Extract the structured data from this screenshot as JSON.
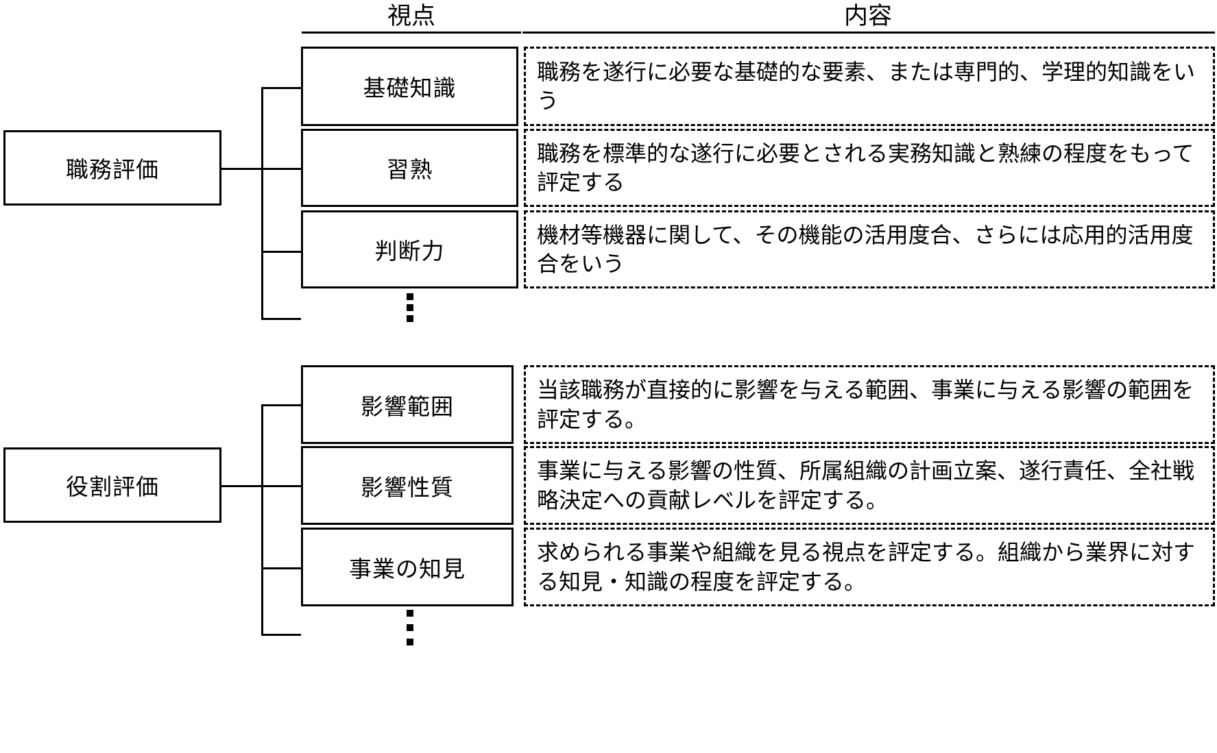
{
  "headers": {
    "viewpoint": "視点",
    "content": "内容"
  },
  "groups": [
    {
      "id": "job-evaluation",
      "root_label": "職務評価",
      "rows": [
        {
          "viewpoint": "基礎知識",
          "content": "職務を遂行に必要な基礎的な要素、または専門的、学理的知識をいう"
        },
        {
          "viewpoint": "習熟",
          "content": "職務を標準的な遂行に必要とされる実務知識と熟練の程度をもって評定する"
        },
        {
          "viewpoint": "判断力",
          "content": "機材等機器に関して、その機能の活用度合、さらには応用的活用度合をいう"
        }
      ],
      "more_indicator": "⋮"
    },
    {
      "id": "role-evaluation",
      "root_label": "役割評価",
      "rows": [
        {
          "viewpoint": "影響範囲",
          "content": "当該職務が直接的に影響を与える範囲、事業に与える影響の範囲を評定する。"
        },
        {
          "viewpoint": "影響性質",
          "content": "事業に与える影響の性質、所属組織の計画立案、遂行責任、全社戦略決定への貢献レベルを評定する。"
        },
        {
          "viewpoint": "事業の知見",
          "content": "求められる事業や組織を見る視点を評定する。組織から業界に対する知見・知識の程度を評定する。"
        }
      ],
      "more_indicator": "⋮"
    }
  ],
  "colors": {
    "ink": "#000000",
    "background": "#ffffff"
  }
}
